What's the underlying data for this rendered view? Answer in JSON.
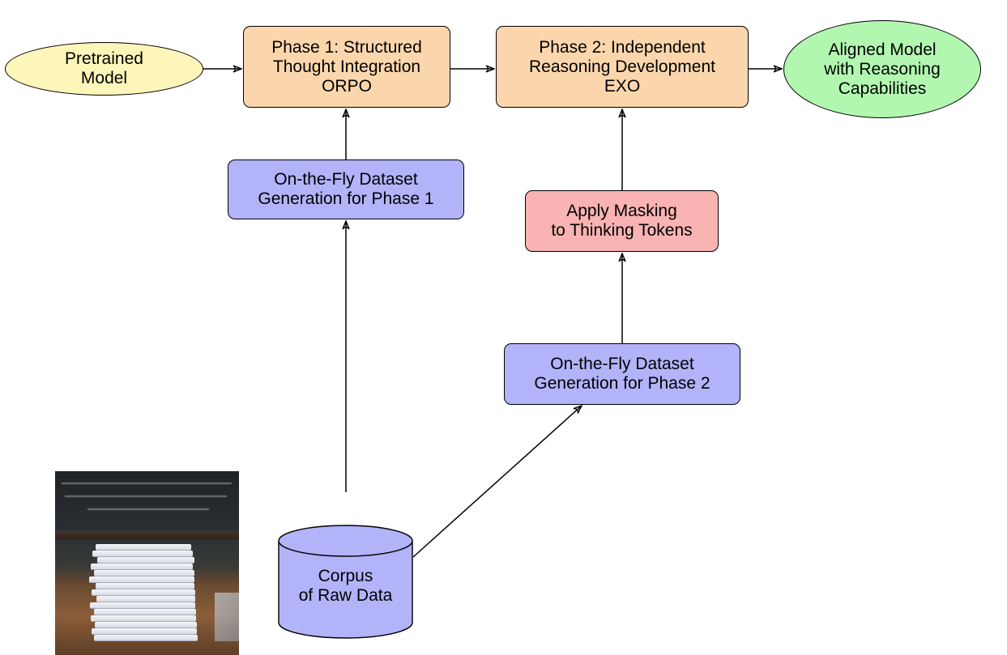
{
  "nodes": {
    "pretrained": {
      "lines": [
        "Pretrained",
        "Model"
      ],
      "fill": "#fdf6ba"
    },
    "phase1": {
      "lines": [
        "Phase 1: Structured",
        "Thought Integration",
        "ORPO"
      ],
      "fill": "#fbd6ad"
    },
    "phase2": {
      "lines": [
        "Phase 2: Independent",
        "Reasoning Development",
        "EXO"
      ],
      "fill": "#fbd6ad"
    },
    "aligned": {
      "lines": [
        "Aligned Model",
        "with Reasoning",
        "Capabilities"
      ],
      "fill": "#b2f7b0"
    },
    "gen1": {
      "lines": [
        "On-the-Fly Dataset",
        "Generation for Phase 1"
      ],
      "fill": "#b3b3f9"
    },
    "masking": {
      "lines": [
        "Apply Masking",
        "to Thinking Tokens"
      ],
      "fill": "#f9b3b3"
    },
    "gen2": {
      "lines": [
        "On-the-Fly Dataset",
        "Generation for Phase 2"
      ],
      "fill": "#b3b3f9"
    },
    "corpus": {
      "lines": [
        "Corpus",
        "of Raw Data"
      ],
      "fill": "#b3b3f9"
    }
  },
  "edges": [
    {
      "from": "pretrained",
      "to": "phase1"
    },
    {
      "from": "phase1",
      "to": "phase2"
    },
    {
      "from": "phase2",
      "to": "aligned"
    },
    {
      "from": "gen1",
      "to": "phase1"
    },
    {
      "from": "masking",
      "to": "phase2"
    },
    {
      "from": "gen2",
      "to": "masking"
    },
    {
      "from": "corpus",
      "to": "gen1"
    },
    {
      "from": "corpus",
      "to": "gen2"
    }
  ],
  "photo": {
    "subject": "stack-of-papers-photo"
  }
}
